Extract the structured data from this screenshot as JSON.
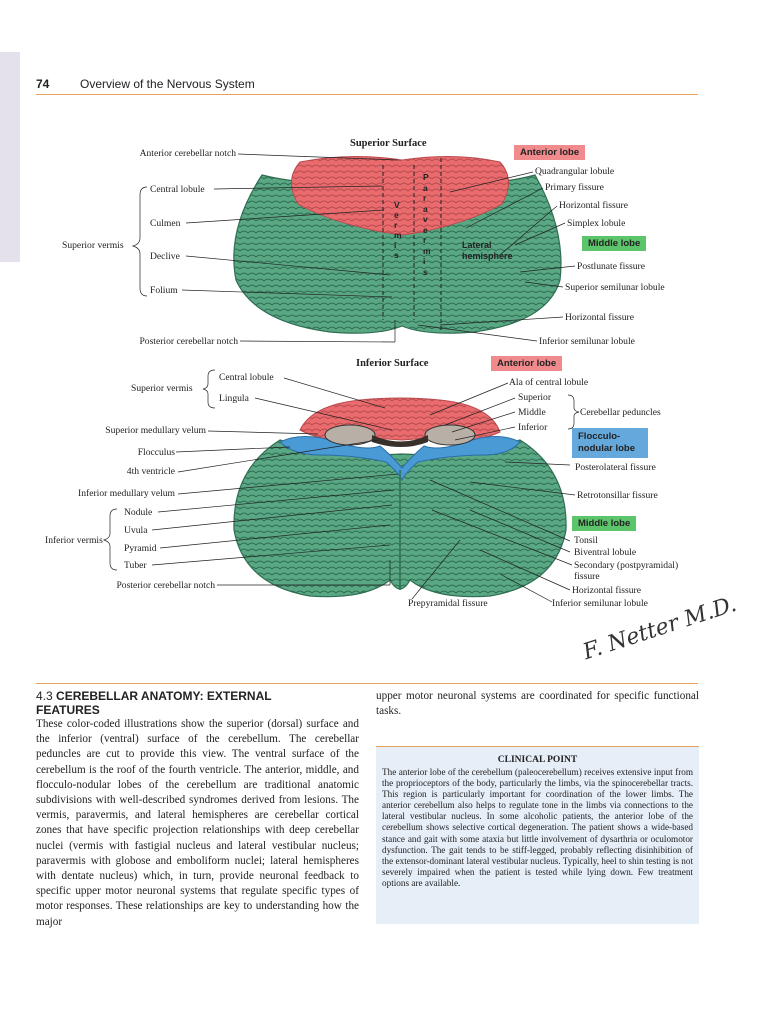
{
  "header": {
    "page_number": "74",
    "title": "Overview of the Nervous System"
  },
  "superior": {
    "heading": "Superior Surface",
    "left_labels": {
      "anterior_notch": "Anterior cerebellar notch",
      "central_lobule": "Central lobule",
      "culmen": "Culmen",
      "superior_vermis": "Superior vermis",
      "declive": "Declive",
      "folium": "Folium",
      "posterior_notch": "Posterior cerebellar notch"
    },
    "right_labels": {
      "anterior_lobe": "Anterior lobe",
      "quadrangular": "Quadrangular lobule",
      "primary_fissure": "Primary fissure",
      "horizontal_fissure_1": "Horizontal fissure",
      "simplex": "Simplex lobule",
      "middle_lobe": "Middle lobe",
      "postlunate": "Postlunate fissure",
      "superior_semilunar": "Superior semilunar lobule",
      "horizontal_fissure_2": "Horizontal fissure",
      "inferior_semilunar": "Inferior semilunar lobule"
    },
    "center_labels": {
      "vermis": "V e r m i s",
      "paravermis": "P a r a v e r m i s",
      "lateral_hemisphere": "Lateral hemisphere"
    }
  },
  "inferior": {
    "heading": "Inferior Surface",
    "left_labels": {
      "superior_vermis": "Superior vermis",
      "central_lobule": "Central lobule",
      "lingula": "Lingula",
      "sup_medullary_velum": "Superior medullary velum",
      "flocculus": "Flocculus",
      "fourth_ventricle": "4th ventricle",
      "inf_medullary_velum": "Inferior medullary velum",
      "inferior_vermis": "Inferior vermis",
      "nodule": "Nodule",
      "uvula": "Uvula",
      "pyramid": "Pyramid",
      "tuber": "Tuber",
      "posterior_notch": "Posterior cerebellar notch"
    },
    "right_labels": {
      "anterior_lobe": "Anterior lobe",
      "ala": "Ala of central lobule",
      "superior": "Superior",
      "middle": "Middle",
      "inferior": "Inferior",
      "peduncles": "Cerebellar peduncles",
      "flocculo_nodular": "Flocculo-\nnodular lobe",
      "posterolateral": "Posterolateral fissure",
      "retrotonsillar": "Retrotonsillar fissure",
      "middle_lobe": "Middle lobe",
      "tonsil": "Tonsil",
      "biventral": "Biventral lobule",
      "secondary_fissure": "Secondary (postpyramidal) fissure",
      "horizontal_fissure": "Horizontal fissure",
      "inferior_semilunar": "Inferior semilunar lobule",
      "prepyramidal": "Prepyramidal fissure"
    }
  },
  "colors": {
    "anterior": "#f08a8c",
    "middle": "#5cc46a",
    "flocculo": "#64a8dc",
    "rule": "#e8a060",
    "clinical_bg": "#e6eef8"
  },
  "section": {
    "number": "4.3",
    "title": "CEREBELLAR ANATOMY: EXTERNAL FEATURES",
    "para_left": "These color-coded illustrations show the superior (dorsal) surface and the inferior (ventral) surface of the cerebellum. The cerebellar peduncles are cut to provide this view. The ventral surface of the cerebellum is the roof of the fourth ventricle. The anterior, middle, and flocculo-nodular lobes of the cerebellum are traditional anatomic subdivisions with well-described syndromes derived from lesions. The vermis, paravermis, and lateral hemispheres are cerebellar cortical zones that have specific projection relationships with deep cerebellar nuclei (vermis with fastigial nucleus and lateral vestibular nucleus; paravermis with globose and emboliform nuclei; lateral hemispheres with dentate nucleus) which, in turn, provide neuronal feedback to specific upper motor neuronal systems that regulate specific types of motor responses. These relationships are key to understanding how the major",
    "para_right": "upper motor neuronal systems are coordinated for specific functional tasks."
  },
  "clinical": {
    "title": "CLINICAL POINT",
    "text": "The anterior lobe of the cerebellum (paleocerebellum) receives extensive input from the proprioceptors of the body, particularly the limbs, via the spinocerebellar tracts. This region is particularly important for coordination of the lower limbs. The anterior cerebellum also helps to regulate tone in the limbs via connections to the lateral vestibular nucleus. In some alcoholic patients, the anterior lobe of the cerebellum shows selective cortical degeneration. The patient shows a wide-based stance and gait with some ataxia but little involvement of dysarthria or oculomotor dysfunction. The gait tends to be stiff-legged, probably reflecting disinhibition of the extensor-dominant lateral vestibular nucleus. Typically, heel to shin testing is not severely impaired when the patient is tested while lying down. Few treatment options are available."
  },
  "signature": "F. Netter M.D."
}
